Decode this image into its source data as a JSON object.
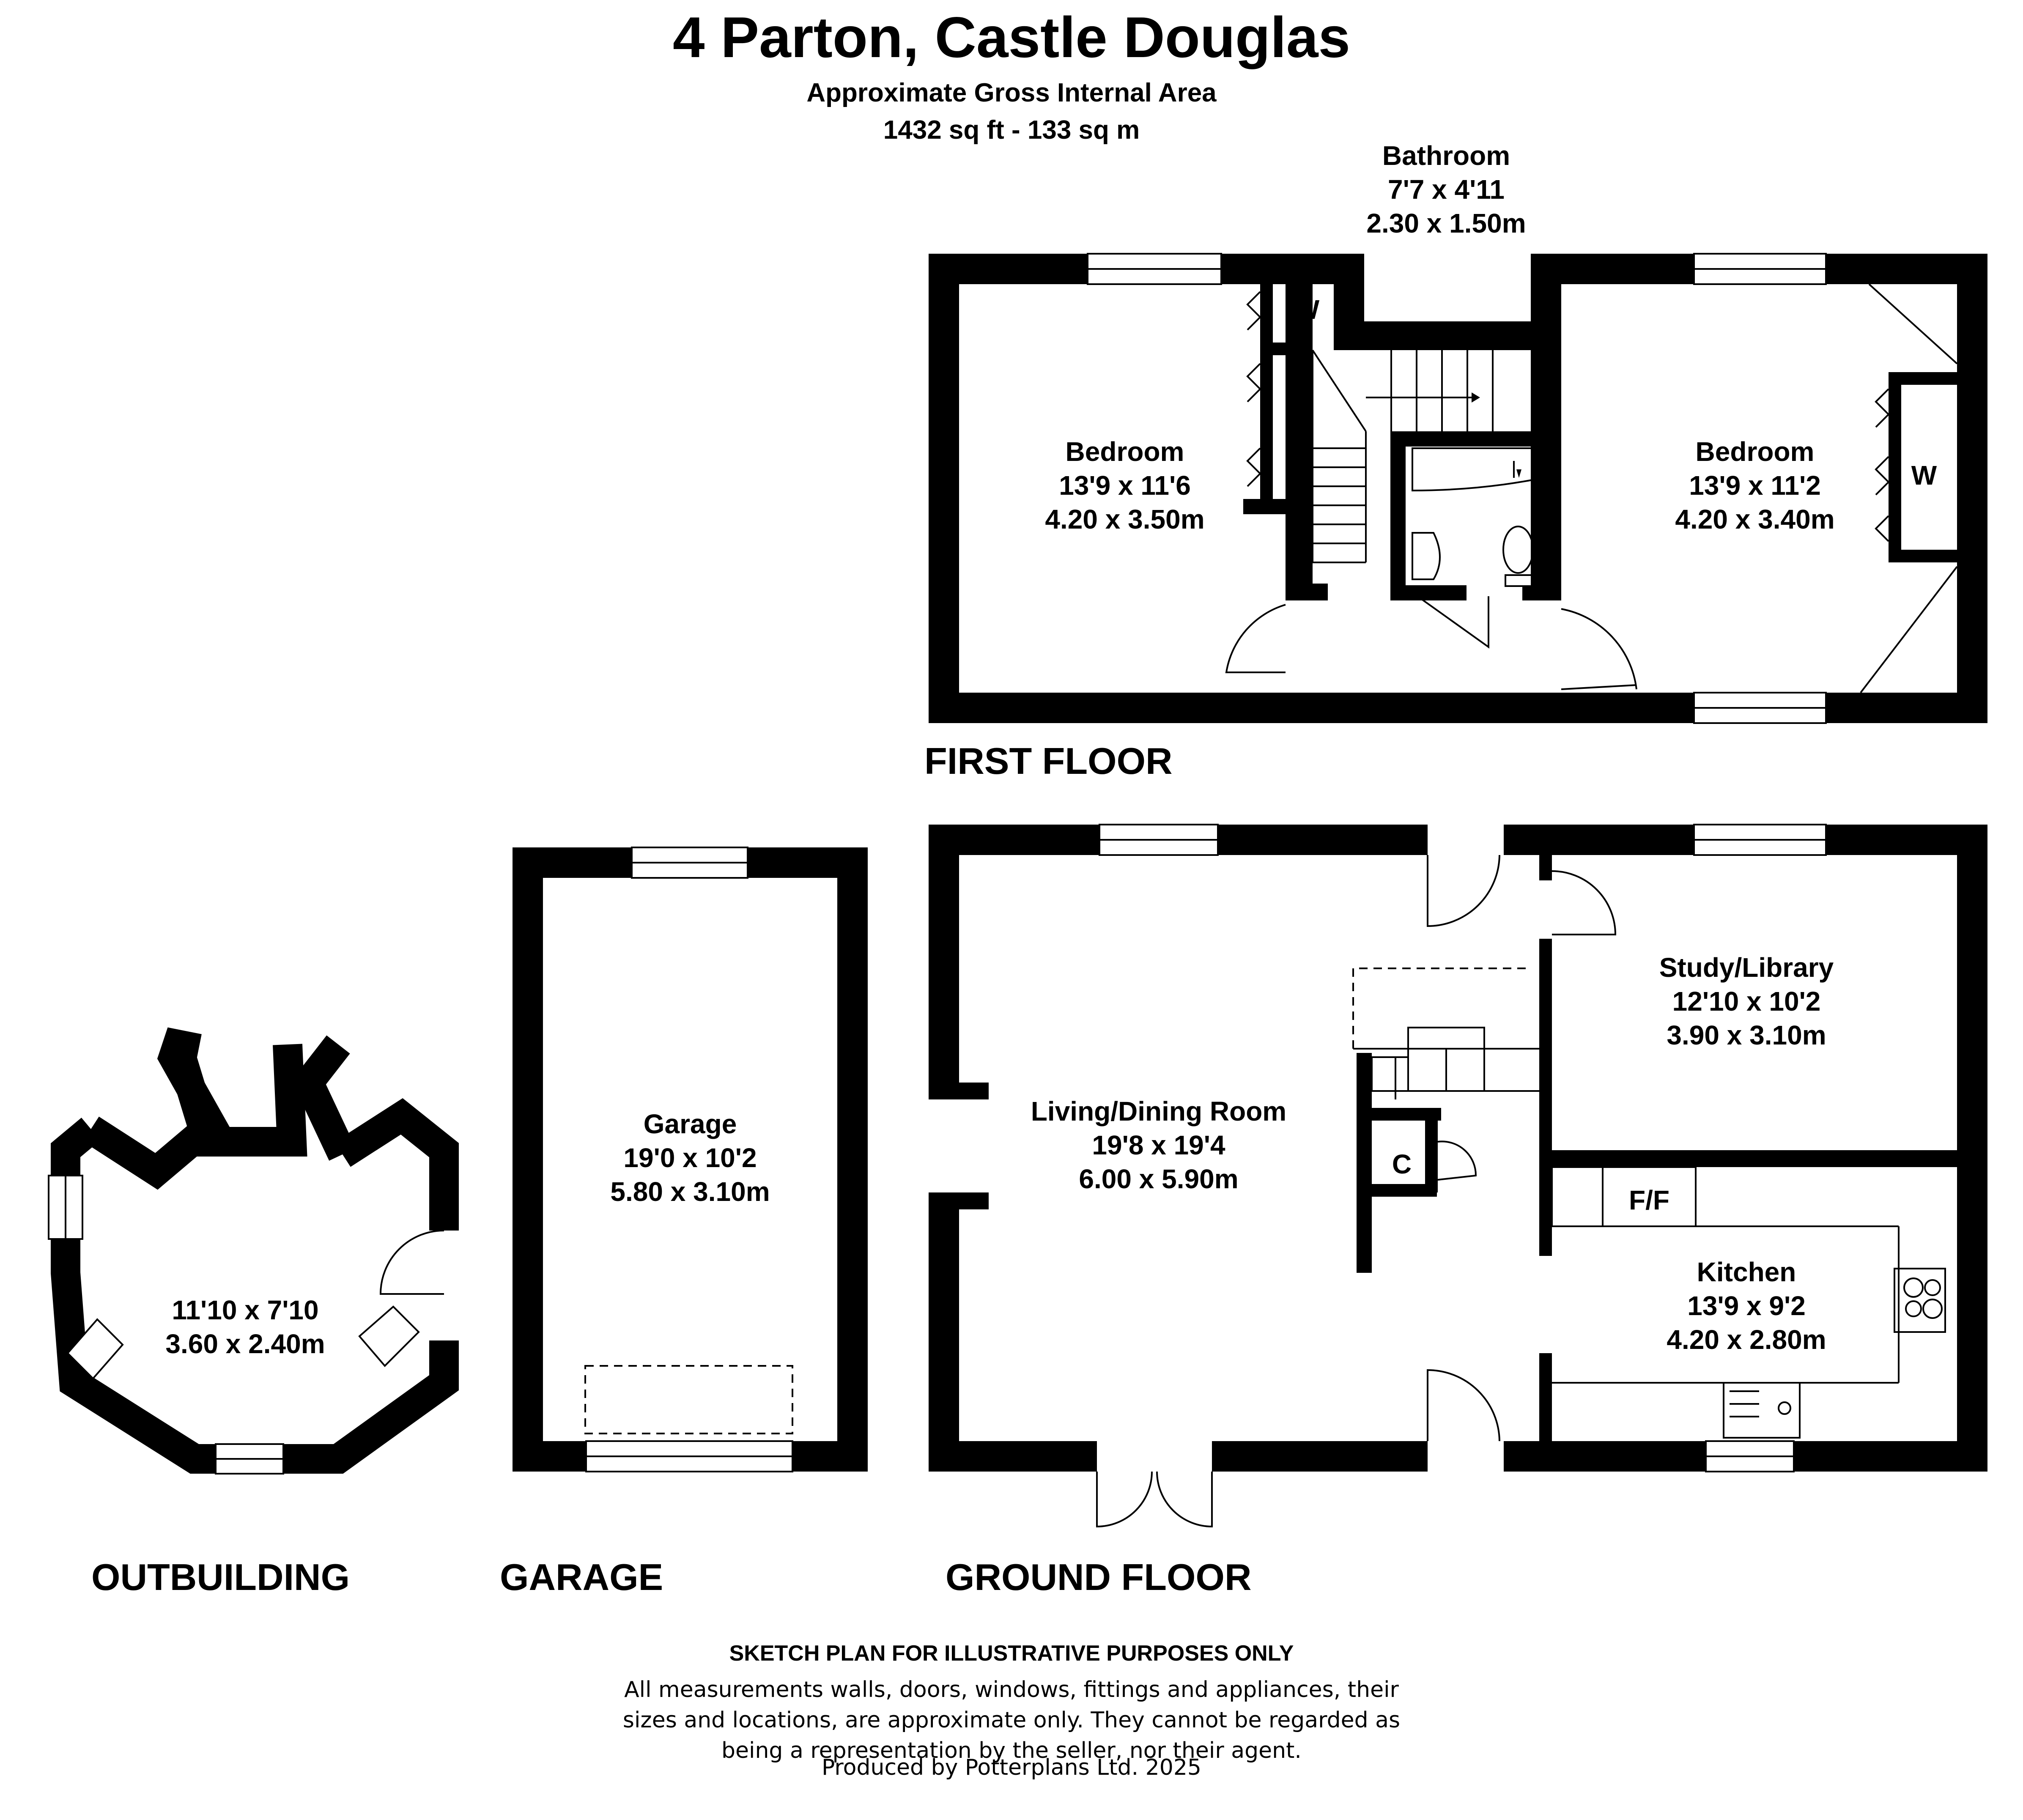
{
  "header": {
    "title": "4 Parton, Castle Douglas",
    "subtitle": "Approximate Gross Internal Area",
    "area": "1432 sq ft - 133 sq m"
  },
  "floors": {
    "first_floor": "FIRST FLOOR",
    "ground_floor": "GROUND FLOOR",
    "garage": "GARAGE",
    "outbuilding": "OUTBUILDING"
  },
  "rooms": {
    "bathroom": {
      "name": "Bathroom",
      "imperial": "7'7 x 4'11",
      "metric": "2.30 x 1.50m"
    },
    "bedroom_left": {
      "name": "Bedroom",
      "imperial": "13'9 x 11'6",
      "metric": "4.20 x 3.50m"
    },
    "bedroom_right": {
      "name": "Bedroom",
      "imperial": "13'9 x 11'2",
      "metric": "4.20 x 3.40m"
    },
    "living": {
      "name": "Living/Dining Room",
      "imperial": "19'8 x 19'4",
      "metric": "6.00 x 5.90m"
    },
    "study": {
      "name": "Study/Library",
      "imperial": "12'10 x 10'2",
      "metric": "3.90 x 3.10m"
    },
    "kitchen": {
      "name": "Kitchen",
      "imperial": "13'9 x 9'2",
      "metric": "4.20 x 2.80m"
    },
    "garage": {
      "name": "Garage",
      "imperial": "19'0 x 10'2",
      "metric": "5.80 x 3.10m"
    },
    "outbuilding": {
      "imperial": "11'10 x 7'10",
      "metric": "3.60 x 2.40m"
    }
  },
  "labels": {
    "wardrobe": "W",
    "cupboard": "C",
    "fridge_freezer": "F/F"
  },
  "footer": {
    "disclaimer_title": "SKETCH PLAN FOR ILLUSTRATIVE PURPOSES ONLY",
    "disclaimer_1": "All measurements walls, doors, windows, fittings and appliances, their",
    "disclaimer_2": "sizes and locations, are approximate only. They cannot be regarded as",
    "disclaimer_3": "being a representation by the seller, nor their agent.",
    "credit": "Produced by Potterplans Ltd. 2025"
  }
}
